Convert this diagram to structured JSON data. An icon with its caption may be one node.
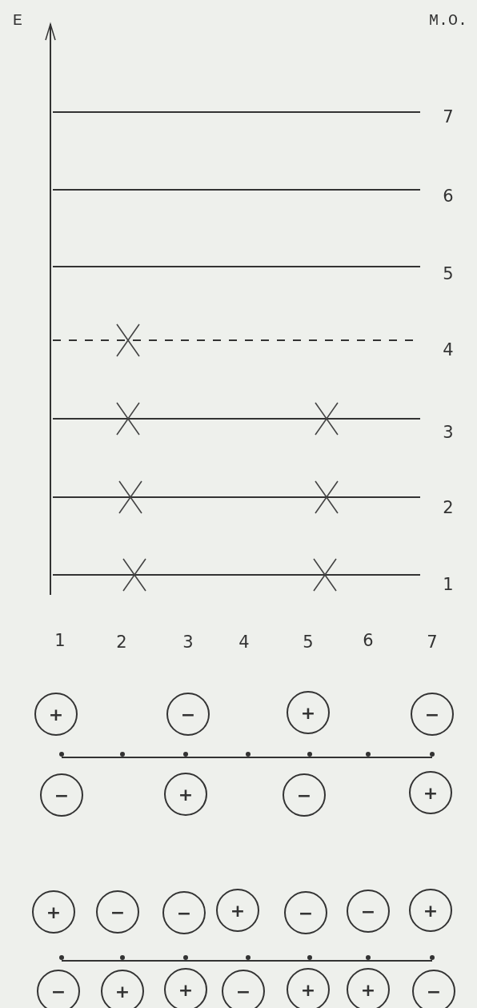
{
  "diagram": {
    "nodes": [
      {
        "text": [
          "+"
        ]
      },
      {
        "text": [
          "−"
        ]
      },
      {
        "text": [
          "+"
        ]
      },
      {
        "text": [
          "−"
        ]
      },
      {
        "text": [
          "−"
        ]
      },
      {
        "text": [
          "+"
        ]
      },
      {
        "text": [
          "−"
        ]
      },
      {
        "text": [
          "+"
        ]
      },
      {
        "text": [
          "+"
        ]
      },
      {
        "text": [
          "−"
        ]
      },
      {
        "text": [
          "−"
        ]
      },
      {
        "text": [
          "+"
        ]
      },
      {
        "text": [
          "−"
        ]
      },
      {
        "text": [
          "−"
        ]
      },
      {
        "text": [
          "+"
        ]
      },
      {
        "text": [
          "−"
        ]
      },
      {
        "text": [
          "+"
        ]
      },
      {
        "text": [
          "+"
        ]
      },
      {
        "text": [
          "−"
        ]
      },
      {
        "text": [
          "+"
        ]
      },
      {
        "text": [
          "+"
        ]
      },
      {
        "text": [
          "−"
        ]
      }
    ],
    "labels": [
      "E",
      "M.O.",
      "7",
      "6",
      "5",
      "4",
      "3",
      "2",
      "1",
      "1",
      "2",
      "3",
      "4",
      "5",
      "6",
      "7"
    ]
  }
}
